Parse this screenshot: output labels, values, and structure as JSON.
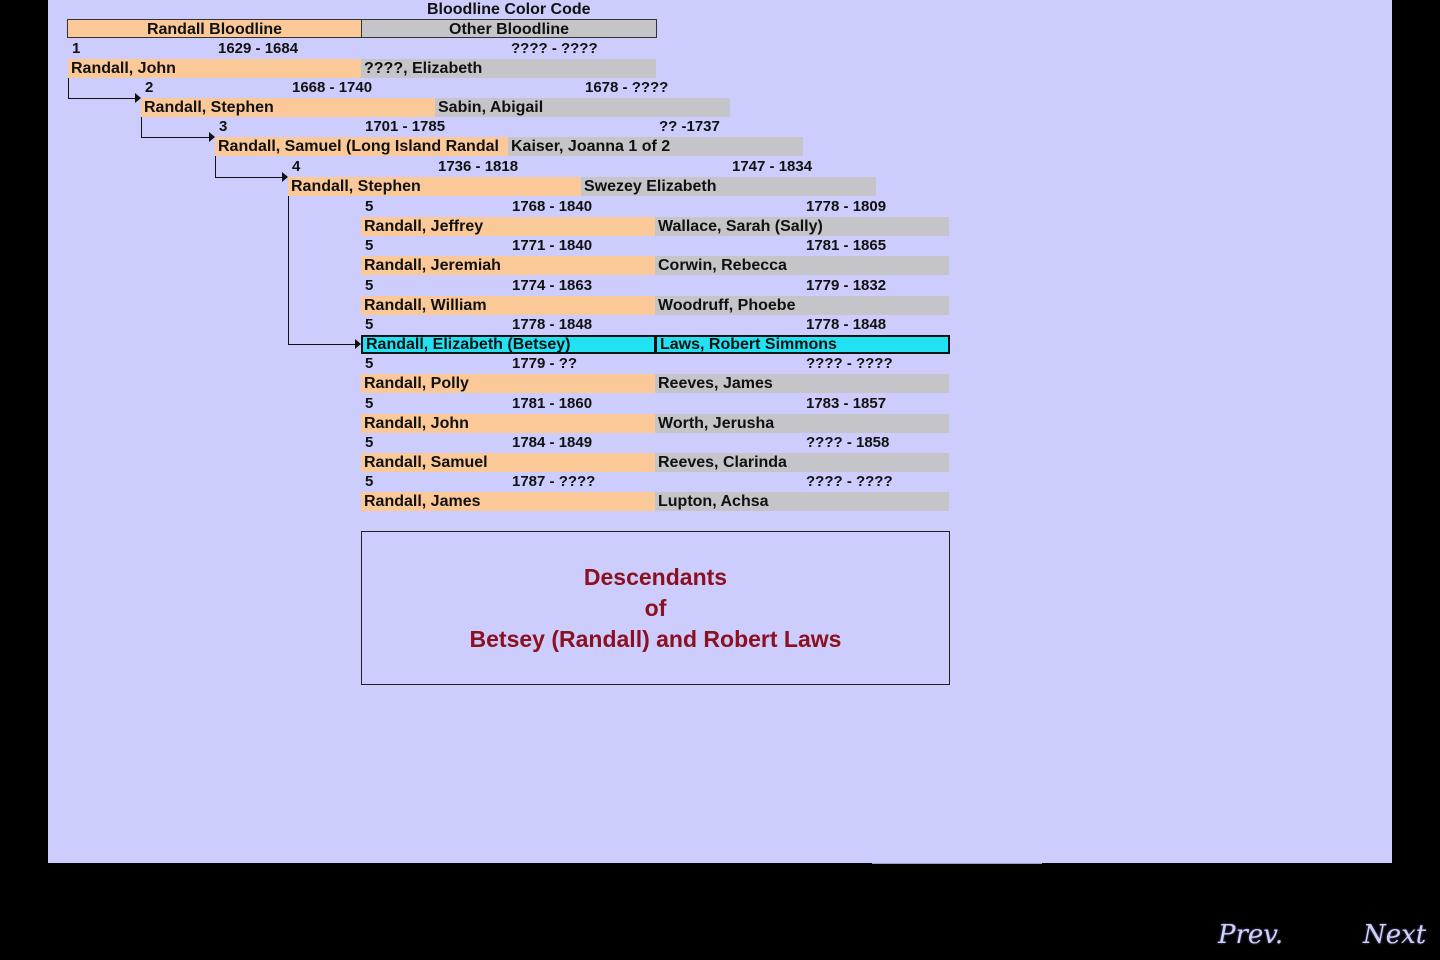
{
  "legend": {
    "title": "Bloodline Color Code",
    "randall_label": "Randall Bloodline",
    "other_label": "Other Bloodline"
  },
  "generations": [
    {
      "gen": "1",
      "dates": "1629 - 1684",
      "spouse_dates": "???? - ????",
      "name": "Randall, John",
      "spouse": "????, Elizabeth"
    },
    {
      "gen": "2",
      "dates": "1668 - 1740",
      "spouse_dates": "1678 - ????",
      "name": "Randall, Stephen",
      "spouse": "Sabin, Abigail"
    },
    {
      "gen": "3",
      "dates": "1701 - 1785",
      "spouse_dates": "?? -1737",
      "name": "Randall, Samuel (Long Island Randal",
      "spouse": "Kaiser, Joanna 1 of 2"
    },
    {
      "gen": "4",
      "dates": "1736 - 1818",
      "spouse_dates": "1747 - 1834",
      "name": "Randall, Stephen",
      "spouse": "Swezey Elizabeth"
    }
  ],
  "children": [
    {
      "gen": "5",
      "dates": "1768 - 1840",
      "spouse_dates": "1778 - 1809",
      "name": "Randall, Jeffrey",
      "spouse": "Wallace, Sarah (Sally)",
      "highlight": false
    },
    {
      "gen": "5",
      "dates": "1771 - 1840",
      "spouse_dates": "1781 - 1865",
      "name": "Randall, Jeremiah",
      "spouse": "Corwin, Rebecca",
      "highlight": false
    },
    {
      "gen": "5",
      "dates": "1774 - 1863",
      "spouse_dates": "1779 - 1832",
      "name": "Randall, William",
      "spouse": "Woodruff, Phoebe",
      "highlight": false
    },
    {
      "gen": "5",
      "dates": "1778 - 1848",
      "spouse_dates": "1778 - 1848",
      "name": "Randall, Elizabeth (Betsey)",
      "spouse": "Laws, Robert Simmons",
      "highlight": true
    },
    {
      "gen": "5",
      "dates": "1779 - ??",
      "spouse_dates": "???? - ????",
      "name": "Randall, Polly",
      "spouse": "Reeves, James",
      "highlight": false
    },
    {
      "gen": "5",
      "dates": "1781 - 1860",
      "spouse_dates": "1783 - 1857",
      "name": "Randall, John",
      "spouse": "Worth, Jerusha",
      "highlight": false
    },
    {
      "gen": "5",
      "dates": "1784 - 1849",
      "spouse_dates": "???? - 1858",
      "name": "Randall, Samuel",
      "spouse": "Reeves, Clarinda",
      "highlight": false
    },
    {
      "gen": "5",
      "dates": "1787 - ????",
      "spouse_dates": "???? - ????",
      "name": "Randall, James",
      "spouse": "Lupton, Achsa",
      "highlight": false
    }
  ],
  "title_box": {
    "line1": "Descendants",
    "line2": "of",
    "line3": "Betsey (Randall) and Robert Laws"
  },
  "nav": {
    "prev_label": "Prev.",
    "next_label": "Next"
  },
  "colors": {
    "background": "#cdcdfd",
    "randall_bloodline": "#fbc898",
    "other_bloodline": "#c5c5c9",
    "highlight": "#22e1f3",
    "title_text": "#8b1020"
  }
}
